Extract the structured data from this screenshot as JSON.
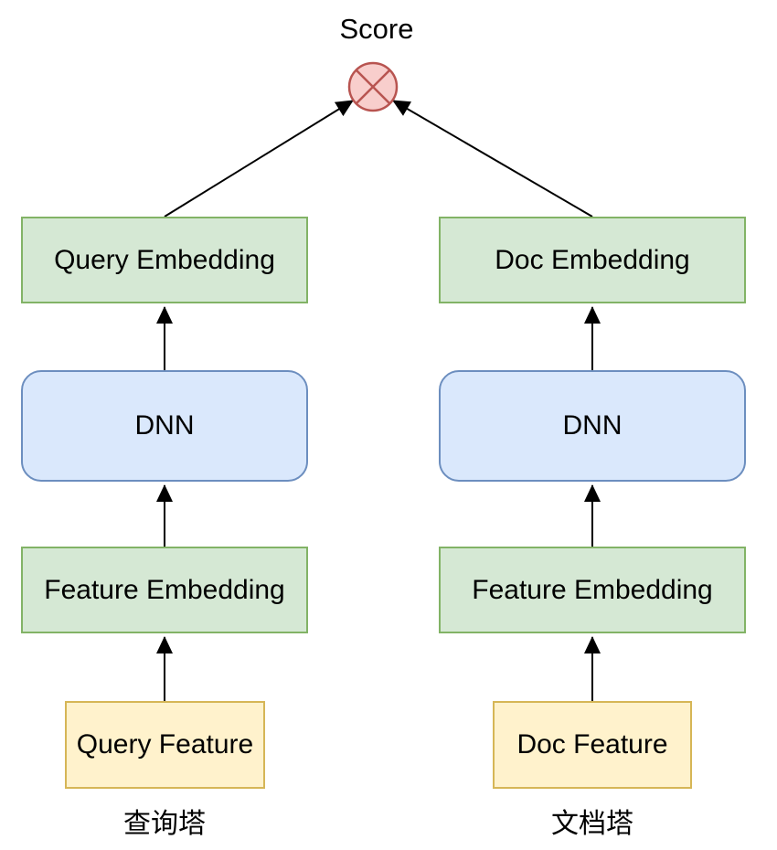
{
  "diagram": {
    "score_label": "Score",
    "score_node": {
      "icon": "circled-x-icon",
      "fill": "#f8cecc",
      "stroke": "#b85450"
    },
    "towers": [
      {
        "id": "query-tower",
        "caption": "查询塔",
        "nodes": [
          {
            "label": "Query Feature",
            "style": "yellow",
            "fill": "#fff2cc",
            "stroke": "#d6b656"
          },
          {
            "label": "Feature Embedding",
            "style": "green",
            "fill": "#d5e8d4",
            "stroke": "#82b366"
          },
          {
            "label": "DNN",
            "style": "blue",
            "fill": "#dae8fc",
            "stroke": "#6c8ebf"
          },
          {
            "label": "Query Embedding",
            "style": "green",
            "fill": "#d5e8d4",
            "stroke": "#82b366"
          }
        ]
      },
      {
        "id": "doc-tower",
        "caption": "文档塔",
        "nodes": [
          {
            "label": "Doc Feature",
            "style": "yellow",
            "fill": "#fff2cc",
            "stroke": "#d6b656"
          },
          {
            "label": "Feature Embedding",
            "style": "green",
            "fill": "#d5e8d4",
            "stroke": "#82b366"
          },
          {
            "label": "DNN",
            "style": "blue",
            "fill": "#dae8fc",
            "stroke": "#6c8ebf"
          },
          {
            "label": "Doc Embedding",
            "style": "green",
            "fill": "#d5e8d4",
            "stroke": "#82b366"
          }
        ]
      }
    ],
    "arrow_color": "#000000",
    "background": "#ffffff"
  }
}
